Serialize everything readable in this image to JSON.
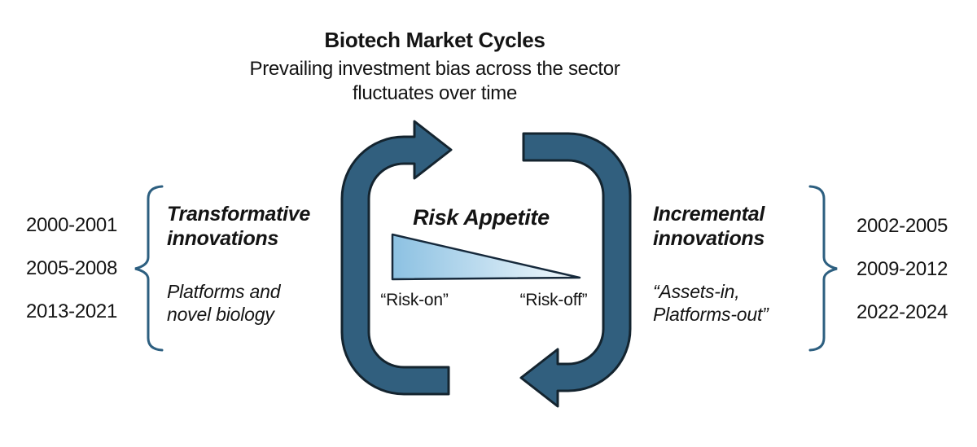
{
  "title": {
    "heading": "Biotech Market Cycles",
    "subtitle_line1": "Prevailing investment bias across the sector",
    "subtitle_line2": "fluctuates over time"
  },
  "cycle": {
    "risk_title": "Risk Appetite",
    "risk_on_label": "“Risk-on”",
    "risk_off_label": "“Risk-off”"
  },
  "left_group": {
    "years": [
      "2000-2001",
      "2005-2008",
      "2013-2021"
    ],
    "label_line1": "Transformative",
    "label_line2": "innovations",
    "desc_line1": "Platforms and",
    "desc_line2": "novel biology"
  },
  "right_group": {
    "years": [
      "2002-2005",
      "2009-2012",
      "2022-2024"
    ],
    "label_line1": "Incremental",
    "label_line2": "innovations",
    "desc_line1": "“Assets-in,",
    "desc_line2": "Platforms-out”"
  },
  "colors": {
    "arrow_fill": "#315f7e",
    "arrow_outline": "#14242f",
    "brace": "#2d5f80",
    "triangle_start": "#8cc1e2",
    "triangle_end": "#f4fafd",
    "triangle_outline": "#16293b",
    "text": "#141414"
  }
}
